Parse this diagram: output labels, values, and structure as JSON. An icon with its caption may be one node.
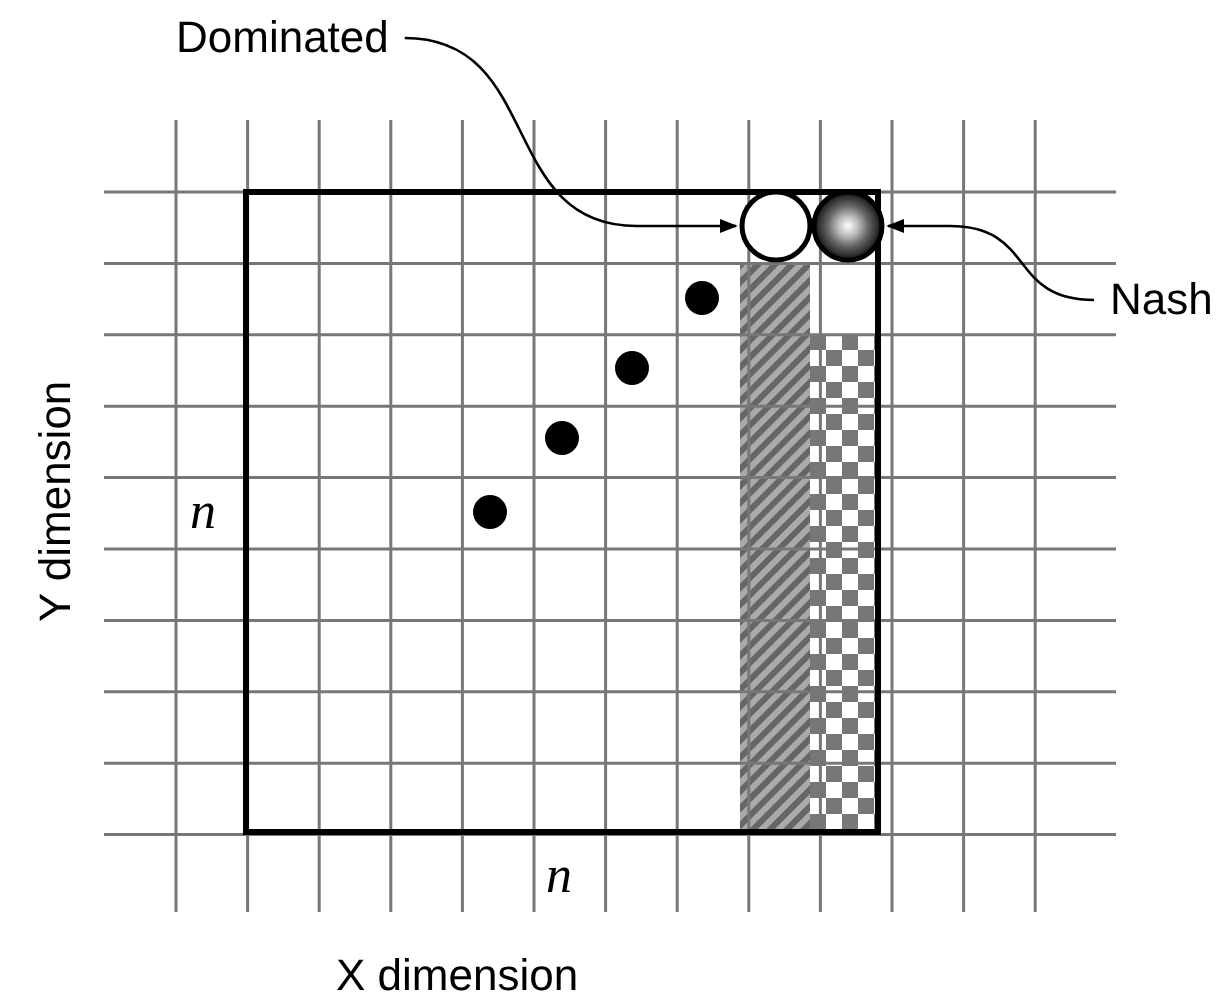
{
  "diagram": {
    "nodes": [
      {
        "text": [
          "Dominated"
        ]
      },
      {
        "text": [],
        "shape": "circle"
      },
      {
        "text": [
          "Nash"
        ]
      },
      {
        "text": [],
        "shape": "circle"
      }
    ],
    "edges": [
      {
        "from": 0,
        "to": 1,
        "arrow": "to"
      },
      {
        "from": 2,
        "to": 3,
        "arrow": "to"
      }
    ],
    "labels": [
      "Y dimension",
      "n",
      "n",
      "X dimension"
    ]
  }
}
